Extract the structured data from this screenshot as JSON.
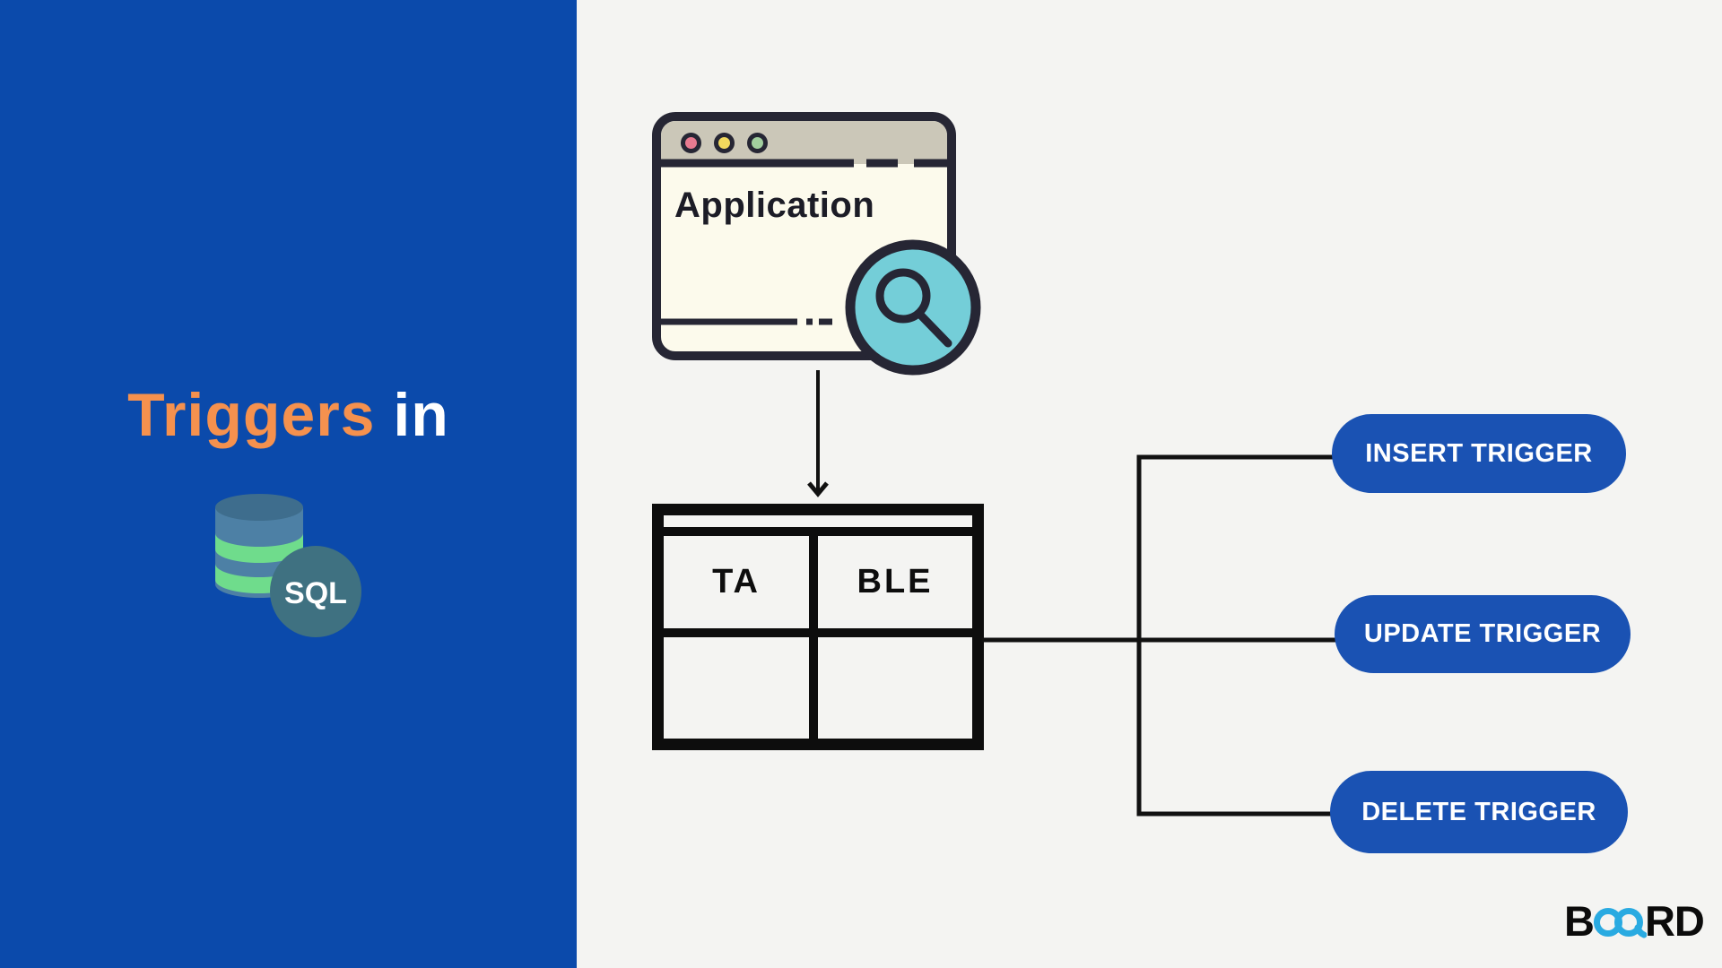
{
  "sidebar": {
    "title_highlight": "Triggers",
    "title_rest": " in",
    "sql_label": "SQL",
    "icons": {
      "database": "database-cylinder-icon",
      "sql_badge": "sql-circle-badge"
    }
  },
  "diagram": {
    "app_window": {
      "title": "Application",
      "window_controls": [
        "close",
        "minimize",
        "maximize"
      ],
      "icon": "search-magnifier-icon"
    },
    "table": {
      "cells": [
        "TA",
        "BLE"
      ]
    },
    "triggers": [
      {
        "label": "INSERT TRIGGER"
      },
      {
        "label": "UPDATE TRIGGER"
      },
      {
        "label": "DELETE TRIGGER"
      }
    ]
  },
  "branding": {
    "prefix": "B",
    "suffix": "RD",
    "infinity_icon": "infinity-icon"
  },
  "colors": {
    "panel_blue": "#0b4aab",
    "accent_orange": "#f5914e",
    "pill_blue": "#1a52b3",
    "window_border_dark": "#262634",
    "window_body_cream": "#fcfaec",
    "titlebar_beige": "#cbc7b8",
    "control_red": "#e87a90",
    "control_yellow": "#f2d95e",
    "control_green": "#a2cf9f",
    "magnifier_teal": "#74ced8",
    "db_body_blue": "#4d80a5",
    "db_top_blue": "#3e6d8d",
    "db_stripe_green": "#6fdc8c",
    "sql_badge_teal": "#3f7181",
    "logo_blue": "#29aae1",
    "line_black": "#111111",
    "right_background": "#f4f4f2"
  }
}
